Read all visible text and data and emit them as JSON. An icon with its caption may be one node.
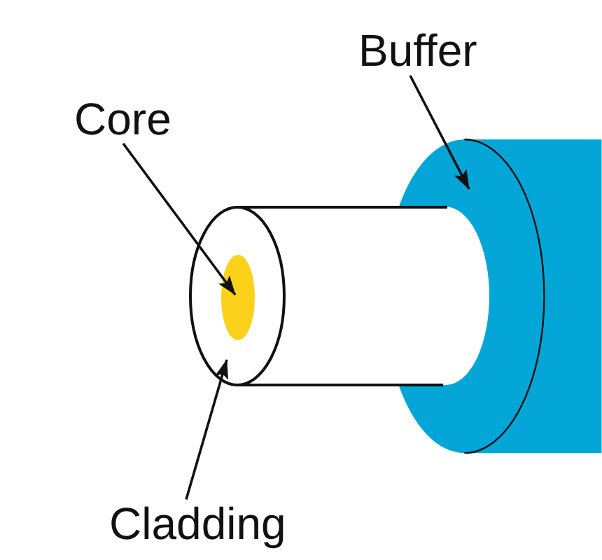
{
  "diagram": {
    "nodes": [
      {
        "text": [
          "Buffer"
        ]
      },
      {
        "text": [
          "Core"
        ]
      },
      {
        "text": [
          "Cladding"
        ]
      },
      {
        "text": [],
        "shape": "cylinder"
      },
      {
        "text": [],
        "shape": "cylinder"
      },
      {
        "text": [],
        "shape": "ellipse"
      }
    ],
    "edges": [
      {
        "from": 0,
        "to": 3,
        "arrow": "to"
      },
      {
        "from": 1,
        "to": 5,
        "arrow": "to"
      },
      {
        "from": 2,
        "to": 4,
        "arrow": "to"
      }
    ]
  }
}
